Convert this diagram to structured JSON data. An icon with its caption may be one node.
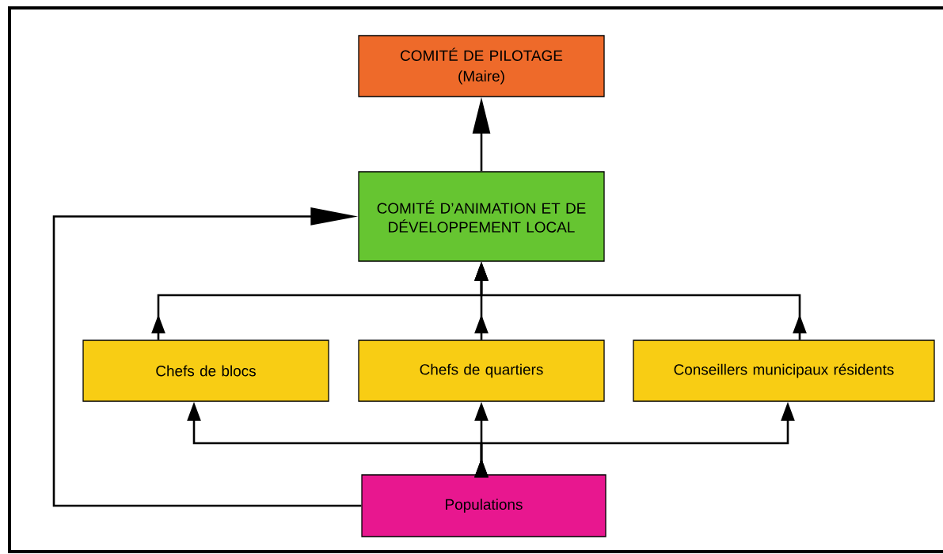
{
  "diagram": {
    "nodes": [
      {
        "text": [
          "COMITÉ DE PILOTAGE",
          "(Maire)"
        ]
      },
      {
        "text": [
          "COMITÉ D’ANIMATION ET DE DÉVELOPPEMENT LOCAL"
        ]
      },
      {
        "text": [
          "Chefs de blocs"
        ]
      },
      {
        "text": [
          "Chefs de quartiers"
        ]
      },
      {
        "text": [
          "Conseillers municipaux résidents"
        ]
      },
      {
        "text": [
          "Populations"
        ]
      }
    ],
    "edges": [
      {
        "from": 1,
        "to": 0,
        "arrow": "to"
      },
      {
        "from": 2,
        "to": 1,
        "arrow": "to"
      },
      {
        "from": 3,
        "to": 1,
        "arrow": "to"
      },
      {
        "from": 4,
        "to": 1,
        "arrow": "to"
      },
      {
        "from": 5,
        "to": 2,
        "arrow": "to"
      },
      {
        "from": 5,
        "to": 3,
        "arrow": "to"
      },
      {
        "from": 5,
        "to": 4,
        "arrow": "to"
      },
      {
        "from": 5,
        "to": 1,
        "arrow": "to"
      }
    ]
  }
}
